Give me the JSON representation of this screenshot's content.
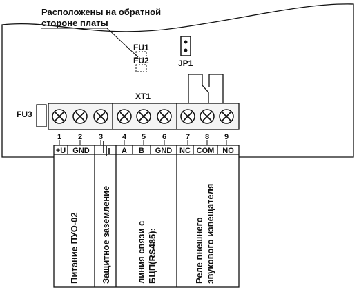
{
  "note": {
    "line1": "Расположены на обратной",
    "line2": "стороне платы"
  },
  "components": {
    "fu1": "FU1",
    "fu2": "FU2",
    "fu3": "FU3",
    "jp1": "JP1",
    "xt1": "XT1"
  },
  "terminals": {
    "numbers": [
      "1",
      "2",
      "3",
      "4",
      "5",
      "6",
      "7",
      "8",
      "9"
    ],
    "labels": [
      "+U",
      "GND",
      "",
      "A",
      "B",
      "GND",
      "NC",
      "COM",
      "NO"
    ]
  },
  "groups": [
    {
      "label1": "Питание ПУО-02",
      "label2": ""
    },
    {
      "label1": "Защитное заземление",
      "label2": ""
    },
    {
      "label1": "линия связи с",
      "label2": "БЦП(RS485):"
    },
    {
      "label1": "Реле внешнего",
      "label2": "звукового извещателя"
    }
  ]
}
